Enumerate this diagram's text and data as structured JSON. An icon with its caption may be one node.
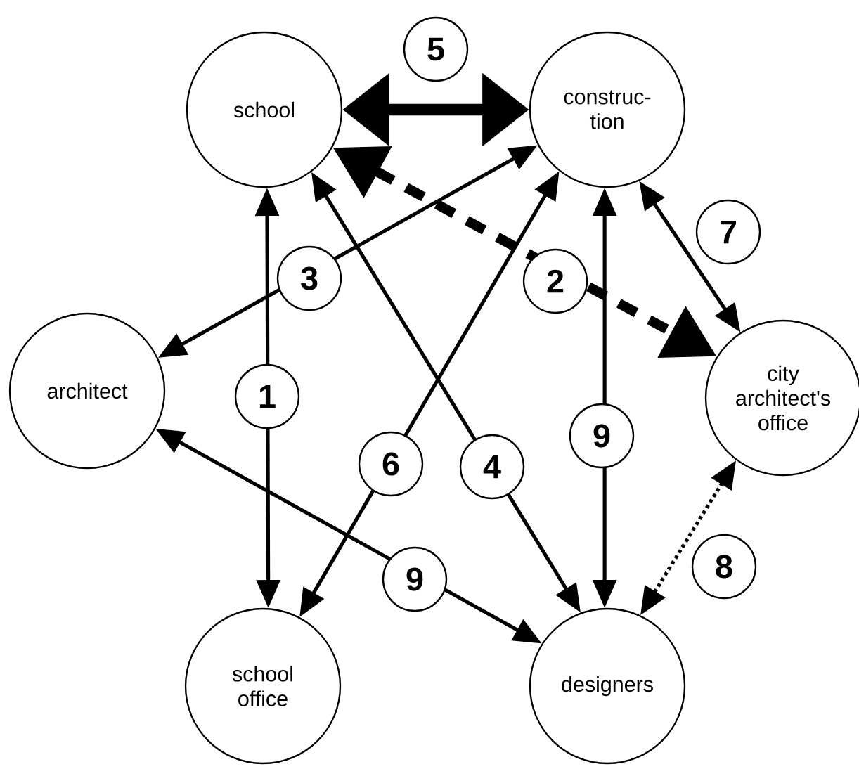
{
  "diagram": {
    "nodes": [
      {
        "text": [
          "school"
        ]
      },
      {
        "text": [
          "construc- tion"
        ]
      },
      {
        "text": [
          "architect"
        ]
      },
      {
        "text": [
          "city architect's office"
        ]
      },
      {
        "text": [
          "school office"
        ]
      },
      {
        "text": [
          "designers"
        ]
      }
    ],
    "edges": [
      {
        "from": 0,
        "to": 4,
        "arrow": "both",
        "label": "1"
      },
      {
        "from": 0,
        "to": 1,
        "arrow": "both",
        "label": "5",
        "style": "thick"
      },
      {
        "from": 0,
        "to": 3,
        "arrow": "both",
        "label": "2",
        "style": "dashed"
      },
      {
        "from": 1,
        "to": 2,
        "arrow": "both",
        "label": "3"
      },
      {
        "from": 0,
        "to": 5,
        "arrow": "both",
        "label": "4"
      },
      {
        "from": 1,
        "to": 4,
        "arrow": "both",
        "label": "6"
      },
      {
        "from": 1,
        "to": 5,
        "arrow": "both",
        "label": "9"
      },
      {
        "from": 1,
        "to": 3,
        "arrow": "both",
        "label": "7"
      },
      {
        "from": 5,
        "to": 3,
        "arrow": "both",
        "label": "8",
        "style": "dashed"
      },
      {
        "from": 2,
        "to": 5,
        "arrow": "both",
        "label": "9"
      }
    ]
  }
}
